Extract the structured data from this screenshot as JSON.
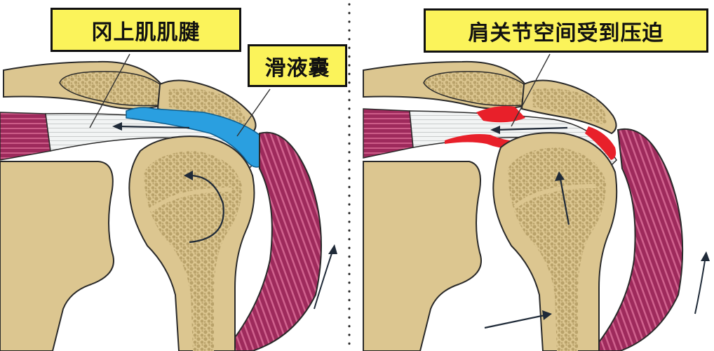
{
  "figure": {
    "type": "anatomical-comparison",
    "panels": [
      {
        "id": "normal",
        "labels": [
          {
            "id": "supraspinatus-tendon",
            "text": "冈上肌肌腱"
          },
          {
            "id": "bursa",
            "text": "滑液囊"
          }
        ],
        "highlight_color": "#2a9fe0"
      },
      {
        "id": "impinged",
        "labels": [
          {
            "id": "impingement",
            "text": "肩关节空间受到压迫"
          }
        ],
        "highlight_color": "#e8202a"
      }
    ]
  },
  "labels": {
    "supraspinatus": "冈上肌肌腱",
    "bursa": "滑液囊",
    "impingement": "肩关节空间受到压迫"
  },
  "colors": {
    "bone": "#dcc690",
    "bone_dark": "#b9a369",
    "marrow": "#b9a26a",
    "muscle": "#9e2a5c",
    "muscle_light": "#d0628e",
    "tendon": "#eef0f0",
    "bursa_normal": "#2a9fe0",
    "bursa_inflamed": "#e8202a",
    "outline": "#2a2a2a",
    "label_bg": "#fbf35a"
  }
}
